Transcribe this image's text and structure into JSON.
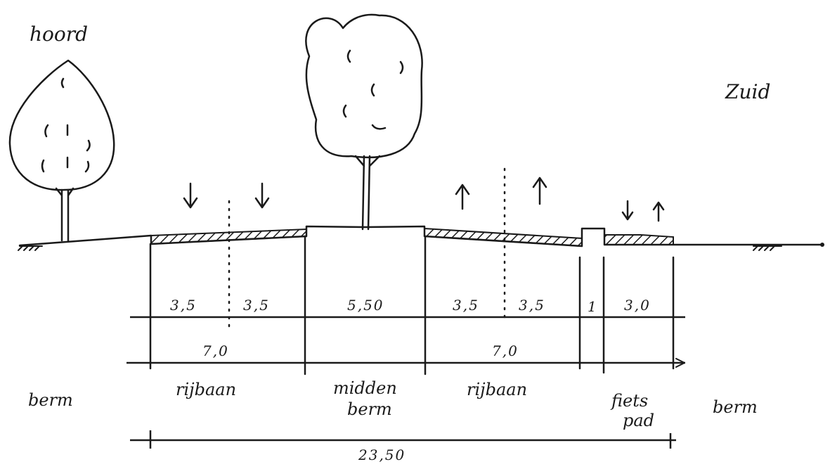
{
  "compass": {
    "north": "hoord",
    "south": "Zuid"
  },
  "zones": {
    "berm_left": "berm",
    "rijbaan_left": "rijbaan",
    "middenberm_line1": "midden",
    "middenberm_line2": "berm",
    "rijbaan_right": "rijbaan",
    "fietspad_line1": "fiets",
    "fietspad_line2": "pad",
    "berm_right": "berm"
  },
  "dimensions": {
    "lane_1": "3,5",
    "lane_2": "3,5",
    "median": "5,50",
    "lane_3": "3,5",
    "lane_4": "3,5",
    "separation": "1",
    "cycle_path": "3,0",
    "carriageway_left": "7,0",
    "carriageway_right": "7,0",
    "total": "23,50"
  },
  "traffic_arrows": {
    "rijbaan_left": [
      "down",
      "down"
    ],
    "rijbaan_right": [
      "up",
      "up"
    ],
    "fietspad": [
      "down",
      "up"
    ]
  },
  "colors": {
    "ink": "#1a1a1a",
    "paper": "#ffffff"
  }
}
